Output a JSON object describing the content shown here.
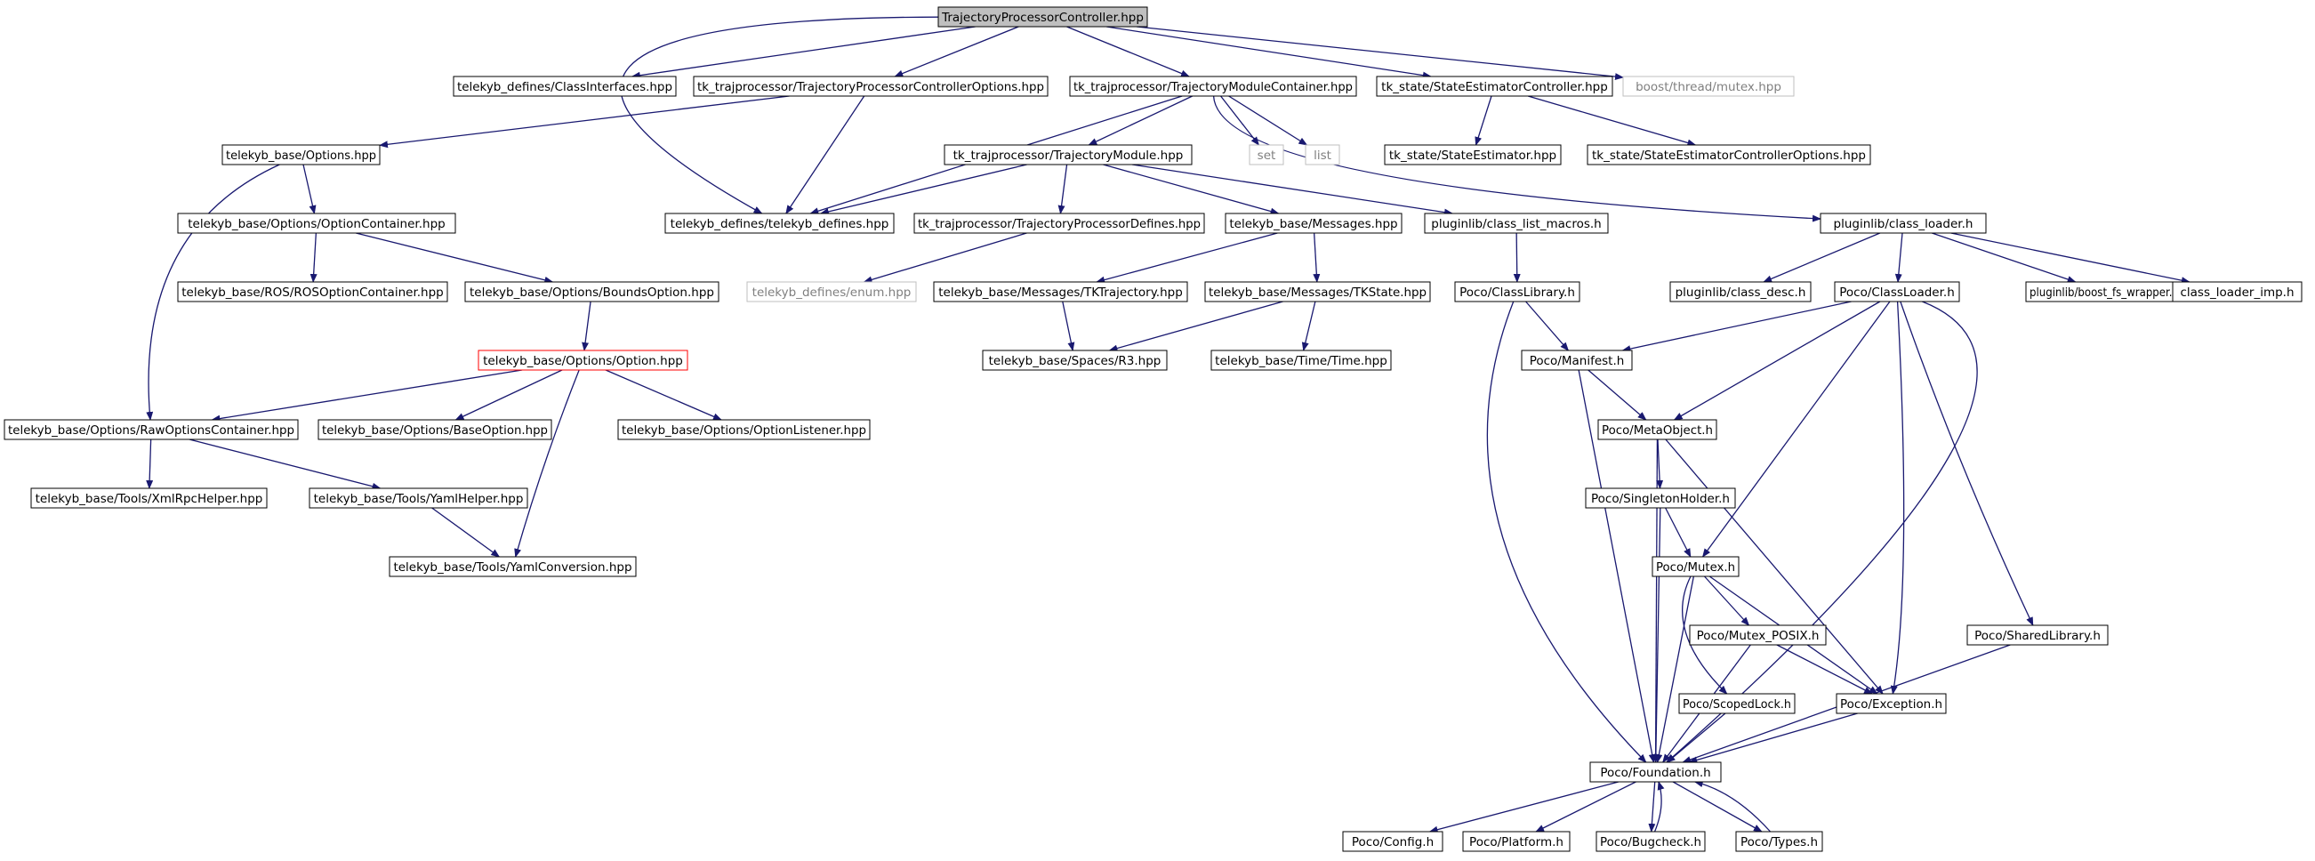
{
  "colors": {
    "edge": "#191970",
    "node_border": "#000000",
    "root_fill": "#bfbfbf",
    "highlight_border": "#ff0000",
    "external_border": "#bfbfbf",
    "external_text": "#7f7f7f"
  },
  "nodes": [
    {
      "id": "root",
      "label": "TrajectoryProcessorController.hpp",
      "style": "root"
    },
    {
      "id": "classinterfaces",
      "label": "telekyb_defines/ClassInterfaces.hpp",
      "style": "normal"
    },
    {
      "id": "tpcopts",
      "label": "tk_trajprocessor/TrajectoryProcessorControllerOptions.hpp",
      "style": "normal"
    },
    {
      "id": "tmc",
      "label": "tk_trajprocessor/TrajectoryModuleContainer.hpp",
      "style": "normal"
    },
    {
      "id": "sec",
      "label": "tk_state/StateEstimatorController.hpp",
      "style": "normal"
    },
    {
      "id": "mutexhpp",
      "label": "boost/thread/mutex.hpp",
      "style": "external"
    },
    {
      "id": "options",
      "label": "telekyb_base/Options.hpp",
      "style": "normal"
    },
    {
      "id": "tm",
      "label": "tk_trajprocessor/TrajectoryModule.hpp",
      "style": "normal"
    },
    {
      "id": "set",
      "label": "set",
      "style": "external"
    },
    {
      "id": "list",
      "label": "list",
      "style": "external"
    },
    {
      "id": "se",
      "label": "tk_state/StateEstimator.hpp",
      "style": "normal"
    },
    {
      "id": "secopts",
      "label": "tk_state/StateEstimatorControllerOptions.hpp",
      "style": "normal"
    },
    {
      "id": "optcontainer",
      "label": "telekyb_base/Options/OptionContainer.hpp",
      "style": "normal"
    },
    {
      "id": "tkdefines",
      "label": "telekyb_defines/telekyb_defines.hpp",
      "style": "normal"
    },
    {
      "id": "tpdefines",
      "label": "tk_trajprocessor/TrajectoryProcessorDefines.hpp",
      "style": "normal"
    },
    {
      "id": "messages",
      "label": "telekyb_base/Messages.hpp",
      "style": "normal"
    },
    {
      "id": "clmacros",
      "label": "pluginlib/class_list_macros.h",
      "style": "normal"
    },
    {
      "id": "classloader",
      "label": "pluginlib/class_loader.h",
      "style": "normal"
    },
    {
      "id": "rosoc",
      "label": "telekyb_base/ROS/ROSOptionContainer.hpp",
      "style": "normal"
    },
    {
      "id": "boundsopt",
      "label": "telekyb_base/Options/BoundsOption.hpp",
      "style": "normal"
    },
    {
      "id": "enum",
      "label": "telekyb_defines/enum.hpp",
      "style": "external"
    },
    {
      "id": "tktraj",
      "label": "telekyb_base/Messages/TKTrajectory.hpp",
      "style": "normal"
    },
    {
      "id": "tkstate",
      "label": "telekyb_base/Messages/TKState.hpp",
      "style": "normal"
    },
    {
      "id": "classlib",
      "label": "Poco/ClassLibrary.h",
      "style": "normal"
    },
    {
      "id": "cdesc",
      "label": "pluginlib/class_desc.h",
      "style": "normal"
    },
    {
      "id": "pococl",
      "label": "Poco/ClassLoader.h",
      "style": "normal"
    },
    {
      "id": "bfs",
      "label": "pluginlib/boost_fs_wrapper.h",
      "style": "normal"
    },
    {
      "id": "climp",
      "label": "class_loader_imp.h",
      "style": "normal"
    },
    {
      "id": "option",
      "label": "telekyb_base/Options/Option.hpp",
      "style": "highlight"
    },
    {
      "id": "r3",
      "label": "telekyb_base/Spaces/R3.hpp",
      "style": "normal"
    },
    {
      "id": "time",
      "label": "telekyb_base/Time/Time.hpp",
      "style": "normal"
    },
    {
      "id": "manifest",
      "label": "Poco/Manifest.h",
      "style": "normal"
    },
    {
      "id": "rawoc",
      "label": "telekyb_base/Options/RawOptionsContainer.hpp",
      "style": "normal"
    },
    {
      "id": "baseopt",
      "label": "telekyb_base/Options/BaseOption.hpp",
      "style": "normal"
    },
    {
      "id": "optlistener",
      "label": "telekyb_base/Options/OptionListener.hpp",
      "style": "normal"
    },
    {
      "id": "metaobj",
      "label": "Poco/MetaObject.h",
      "style": "normal"
    },
    {
      "id": "xmlrpc",
      "label": "telekyb_base/Tools/XmlRpcHelper.hpp",
      "style": "normal"
    },
    {
      "id": "yamlhelper",
      "label": "telekyb_base/Tools/YamlHelper.hpp",
      "style": "normal"
    },
    {
      "id": "singleton",
      "label": "Poco/SingletonHolder.h",
      "style": "normal"
    },
    {
      "id": "yamlconv",
      "label": "telekyb_base/Tools/YamlConversion.hpp",
      "style": "normal"
    },
    {
      "id": "pmutex",
      "label": "Poco/Mutex.h",
      "style": "normal"
    },
    {
      "id": "mutexposix",
      "label": "Poco/Mutex_POSIX.h",
      "style": "normal"
    },
    {
      "id": "sharedlib",
      "label": "Poco/SharedLibrary.h",
      "style": "normal"
    },
    {
      "id": "scopedlock",
      "label": "Poco/ScopedLock.h",
      "style": "normal"
    },
    {
      "id": "exception",
      "label": "Poco/Exception.h",
      "style": "normal"
    },
    {
      "id": "foundation",
      "label": "Poco/Foundation.h",
      "style": "normal"
    },
    {
      "id": "config",
      "label": "Poco/Config.h",
      "style": "normal"
    },
    {
      "id": "platform",
      "label": "Poco/Platform.h",
      "style": "normal"
    },
    {
      "id": "bugcheck",
      "label": "Poco/Bugcheck.h",
      "style": "normal"
    },
    {
      "id": "types",
      "label": "Poco/Types.h",
      "style": "normal"
    }
  ],
  "edges": [
    [
      "root",
      "classinterfaces"
    ],
    [
      "root",
      "tpcopts"
    ],
    [
      "root",
      "tmc"
    ],
    [
      "root",
      "sec"
    ],
    [
      "root",
      "mutexhpp"
    ],
    [
      "root",
      "tkdefines"
    ],
    [
      "tpcopts",
      "options"
    ],
    [
      "tpcopts",
      "tkdefines"
    ],
    [
      "tmc",
      "tm"
    ],
    [
      "tmc",
      "set"
    ],
    [
      "tmc",
      "list"
    ],
    [
      "tmc",
      "tkdefines"
    ],
    [
      "tmc",
      "classloader"
    ],
    [
      "sec",
      "se"
    ],
    [
      "sec",
      "secopts"
    ],
    [
      "options",
      "optcontainer"
    ],
    [
      "options",
      "rawoc"
    ],
    [
      "tm",
      "tkdefines"
    ],
    [
      "tm",
      "tpdefines"
    ],
    [
      "tm",
      "messages"
    ],
    [
      "tm",
      "clmacros"
    ],
    [
      "optcontainer",
      "rosoc"
    ],
    [
      "optcontainer",
      "boundsopt"
    ],
    [
      "boundsopt",
      "option"
    ],
    [
      "option",
      "rawoc"
    ],
    [
      "option",
      "baseopt"
    ],
    [
      "option",
      "optlistener"
    ],
    [
      "option",
      "yamlconv"
    ],
    [
      "rawoc",
      "xmlrpc"
    ],
    [
      "rawoc",
      "yamlhelper"
    ],
    [
      "yamlhelper",
      "yamlconv"
    ],
    [
      "tpdefines",
      "enum"
    ],
    [
      "messages",
      "tktraj"
    ],
    [
      "messages",
      "tkstate"
    ],
    [
      "tktraj",
      "r3"
    ],
    [
      "tkstate",
      "r3"
    ],
    [
      "tkstate",
      "time"
    ],
    [
      "clmacros",
      "classlib"
    ],
    [
      "classloader",
      "cdesc"
    ],
    [
      "classloader",
      "pococl"
    ],
    [
      "classloader",
      "bfs"
    ],
    [
      "classloader",
      "climp"
    ],
    [
      "classlib",
      "manifest"
    ],
    [
      "classlib",
      "foundation"
    ],
    [
      "pococl",
      "manifest"
    ],
    [
      "pococl",
      "metaobj"
    ],
    [
      "pococl",
      "pmutex"
    ],
    [
      "pococl",
      "exception"
    ],
    [
      "pococl",
      "sharedlib"
    ],
    [
      "pococl",
      "foundation"
    ],
    [
      "manifest",
      "metaobj"
    ],
    [
      "manifest",
      "foundation"
    ],
    [
      "metaobj",
      "singleton"
    ],
    [
      "metaobj",
      "exception"
    ],
    [
      "metaobj",
      "foundation"
    ],
    [
      "singleton",
      "pmutex"
    ],
    [
      "singleton",
      "foundation"
    ],
    [
      "pmutex",
      "mutexposix"
    ],
    [
      "pmutex",
      "scopedlock"
    ],
    [
      "pmutex",
      "exception"
    ],
    [
      "pmutex",
      "foundation"
    ],
    [
      "mutexposix",
      "exception"
    ],
    [
      "mutexposix",
      "foundation"
    ],
    [
      "scopedlock",
      "foundation"
    ],
    [
      "exception",
      "foundation"
    ],
    [
      "sharedlib",
      "foundation"
    ],
    [
      "foundation",
      "config"
    ],
    [
      "foundation",
      "platform"
    ],
    [
      "foundation",
      "bugcheck"
    ],
    [
      "foundation",
      "types"
    ],
    [
      "bugcheck",
      "foundation"
    ],
    [
      "types",
      "foundation"
    ]
  ]
}
